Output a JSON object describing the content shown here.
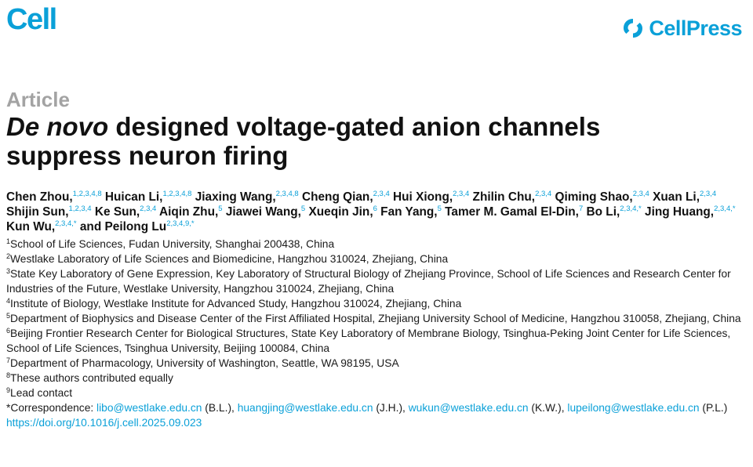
{
  "header": {
    "journal_logo": "Cell",
    "publisher_logo": "CellPress",
    "publisher_icon": "cellpress-swirl-icon",
    "brand_color": "#0aa0d8"
  },
  "article_type": "Article",
  "title": {
    "italic_part": "De novo",
    "rest_line1": " designed voltage-gated anion channels",
    "line2": "suppress neuron firing"
  },
  "authors": [
    {
      "name": "Chen Zhou,",
      "sup": "1,2,3,4,8"
    },
    {
      "name": "Huican Li,",
      "sup": "1,2,3,4,8"
    },
    {
      "name": "Jiaxing Wang,",
      "sup": "2,3,4,8"
    },
    {
      "name": "Cheng Qian,",
      "sup": "2,3,4"
    },
    {
      "name": "Hui Xiong,",
      "sup": "2,3,4"
    },
    {
      "name": "Zhilin Chu,",
      "sup": "2,3,4"
    },
    {
      "name": "Qiming Shao,",
      "sup": "2,3,4"
    },
    {
      "name": "Xuan Li,",
      "sup": "2,3,4"
    },
    {
      "name": "Shijin Sun,",
      "sup": "1,2,3,4"
    },
    {
      "name": "Ke Sun,",
      "sup": "2,3,4"
    },
    {
      "name": "Aiqin Zhu,",
      "sup": "5"
    },
    {
      "name": "Jiawei Wang,",
      "sup": "5"
    },
    {
      "name": "Xueqin Jin,",
      "sup": "6"
    },
    {
      "name": "Fan Yang,",
      "sup": "5"
    },
    {
      "name": "Tamer M. Gamal El-Din,",
      "sup": "7"
    },
    {
      "name": "Bo Li,",
      "sup": "2,3,4,*"
    },
    {
      "name": "Jing Huang,",
      "sup": "2,3,4,*"
    },
    {
      "name": "Kun Wu,",
      "sup": "2,3,4,*"
    },
    {
      "name": "and Peilong Lu",
      "sup": "2,3,4,9,*"
    }
  ],
  "affiliations": [
    {
      "sup": "1",
      "text": "School of Life Sciences, Fudan University, Shanghai 200438, China"
    },
    {
      "sup": "2",
      "text": "Westlake Laboratory of Life Sciences and Biomedicine, Hangzhou 310024, Zhejiang, China"
    },
    {
      "sup": "3",
      "text": "State Key Laboratory of Gene Expression, Key Laboratory of Structural Biology of Zhejiang Province, School of Life Sciences and Research Center for Industries of the Future, Westlake University, Hangzhou 310024, Zhejiang, China"
    },
    {
      "sup": "4",
      "text": "Institute of Biology, Westlake Institute for Advanced Study, Hangzhou 310024, Zhejiang, China"
    },
    {
      "sup": "5",
      "text": "Department of Biophysics and Disease Center of the First Affiliated Hospital, Zhejiang University School of Medicine, Hangzhou 310058, Zhejiang, China"
    },
    {
      "sup": "6",
      "text": "Beijing Frontier Research Center for Biological Structures, State Key Laboratory of Membrane Biology, Tsinghua-Peking Joint Center for Life Sciences, School of Life Sciences, Tsinghua University, Beijing 100084, China"
    },
    {
      "sup": "7",
      "text": "Department of Pharmacology, University of Washington, Seattle, WA 98195, USA"
    },
    {
      "sup": "8",
      "text": "These authors contributed equally"
    },
    {
      "sup": "9",
      "text": "Lead contact"
    }
  ],
  "correspondence": {
    "prefix": "*Correspondence: ",
    "entries": [
      {
        "email": "libo@westlake.edu.cn",
        "initials": " (B.L.), "
      },
      {
        "email": "huangjing@westlake.edu.cn",
        "initials": " (J.H.), "
      },
      {
        "email": "wukun@westlake.edu.cn",
        "initials": " (K.W.), "
      },
      {
        "email": "lupeilong@westlake.edu.cn",
        "initials": " (P.L.)"
      }
    ]
  },
  "doi": "https://doi.org/10.1016/j.cell.2025.09.023"
}
